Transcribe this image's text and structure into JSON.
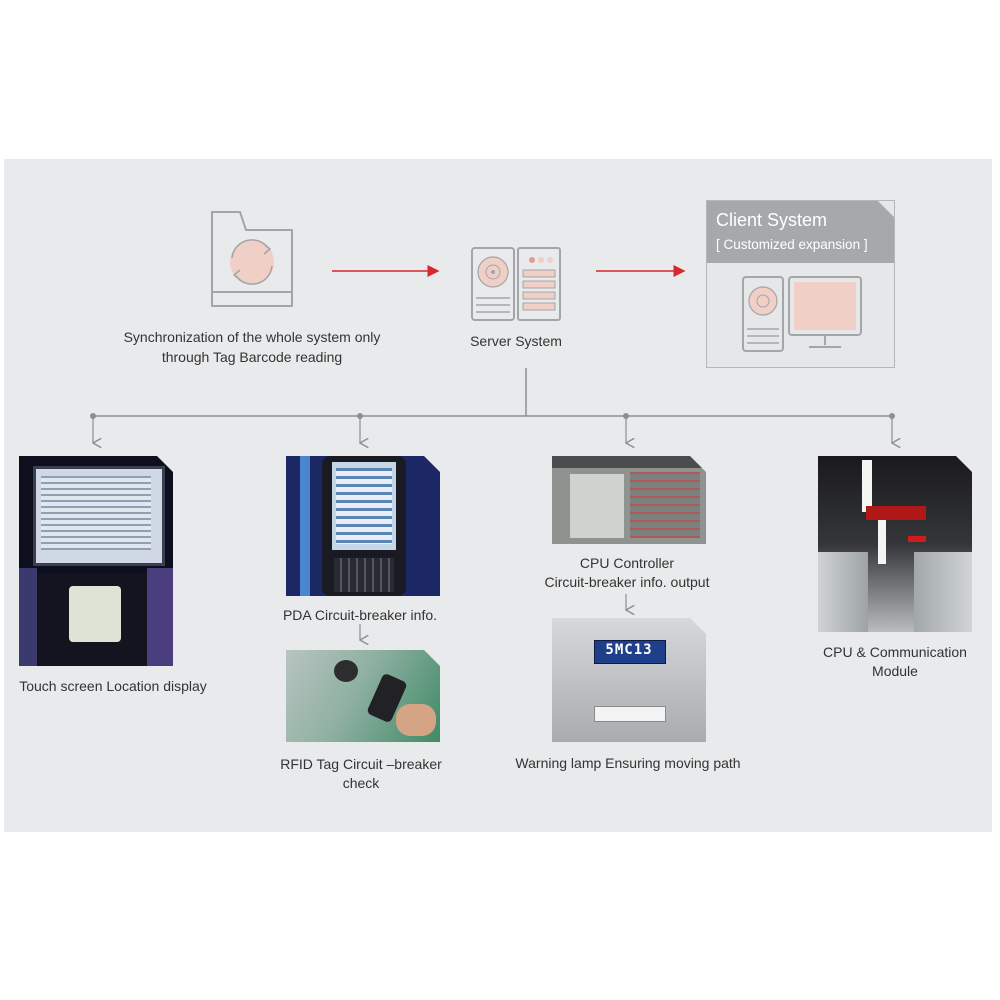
{
  "nodes": {
    "sync": {
      "label_line1": "Synchronization of the whole system only",
      "label_line2": "through Tag Barcode reading",
      "icon": "folder-sync-icon"
    },
    "server": {
      "label": "Server System",
      "icon": "server-icon"
    },
    "client": {
      "title": "Client System",
      "subtitle": "[ Customized expansion ]",
      "icon": "workstation-icon"
    },
    "touch": {
      "label": "Touch screen Location display"
    },
    "pda": {
      "label": "PDA Circuit-breaker info."
    },
    "rfid": {
      "label_line1": "RFID Tag Circuit –breaker",
      "label_line2": "check"
    },
    "cpu_ctrl": {
      "label_line1": "CPU Controller",
      "label_line2": "Circuit-breaker info. output"
    },
    "warning": {
      "label": "Warning lamp Ensuring moving path",
      "panel_code": "5MC13"
    },
    "cpu_comm": {
      "label_line1": "CPU & Communication",
      "label_line2": "Module"
    }
  },
  "colors": {
    "background_panel": "#e9eaeb",
    "arrow_red": "#d6282e",
    "line_gray": "#8c8e91",
    "icon_gray": "#a3a5a8",
    "icon_pink": "#f0cfc6"
  }
}
